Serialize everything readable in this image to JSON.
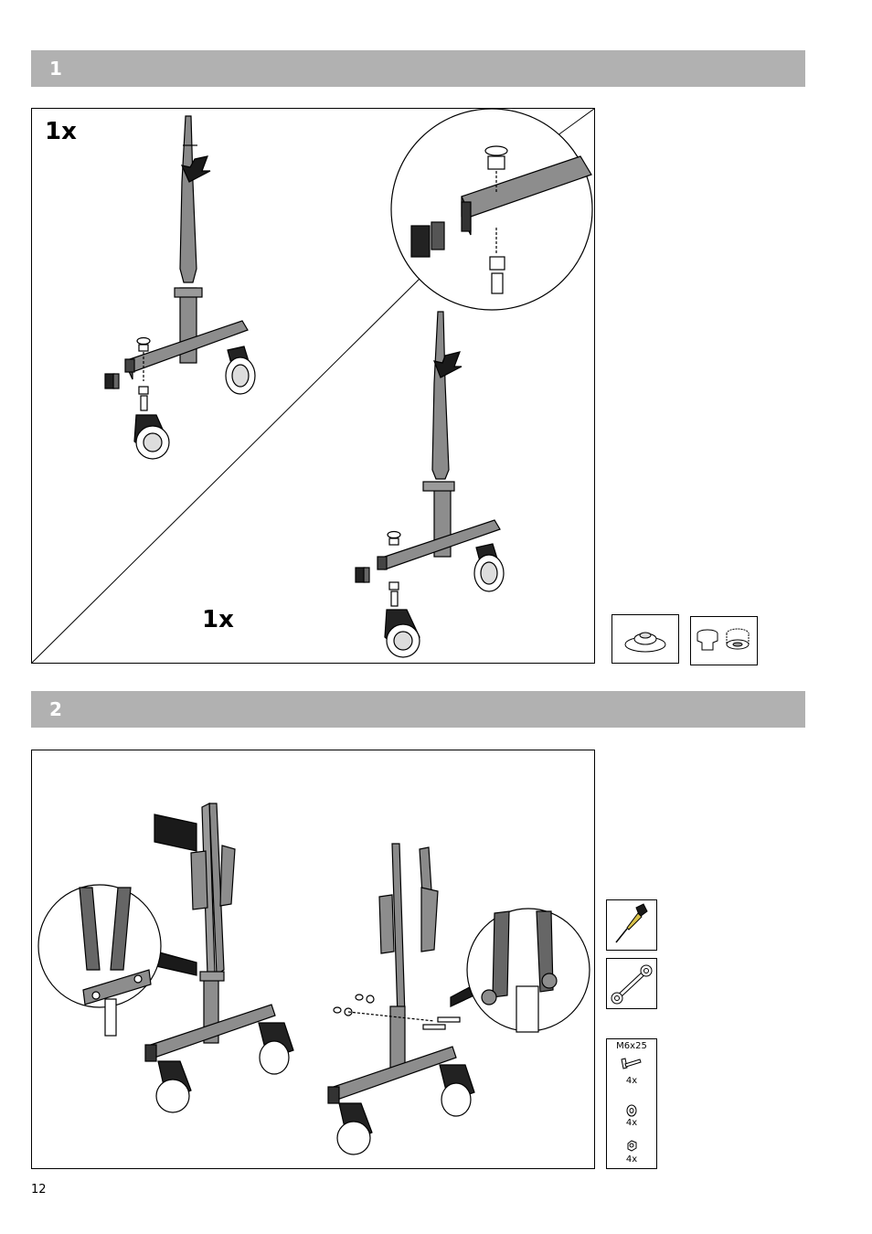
{
  "step1": {
    "number": "1",
    "qty_top": "1x",
    "qty_bottom": "1x",
    "parts_icons": [
      "foot-glide-icon",
      "bushing-pair-icon"
    ]
  },
  "step2": {
    "number": "2",
    "tools": [
      "screwdriver-icon",
      "wrench-icon"
    ],
    "hardware": {
      "bolt_label": "M6x25",
      "bolt_qty": "4x",
      "washer_qty": "4x",
      "nut_qty": "4x"
    }
  },
  "footer": {
    "page_number": "12"
  }
}
